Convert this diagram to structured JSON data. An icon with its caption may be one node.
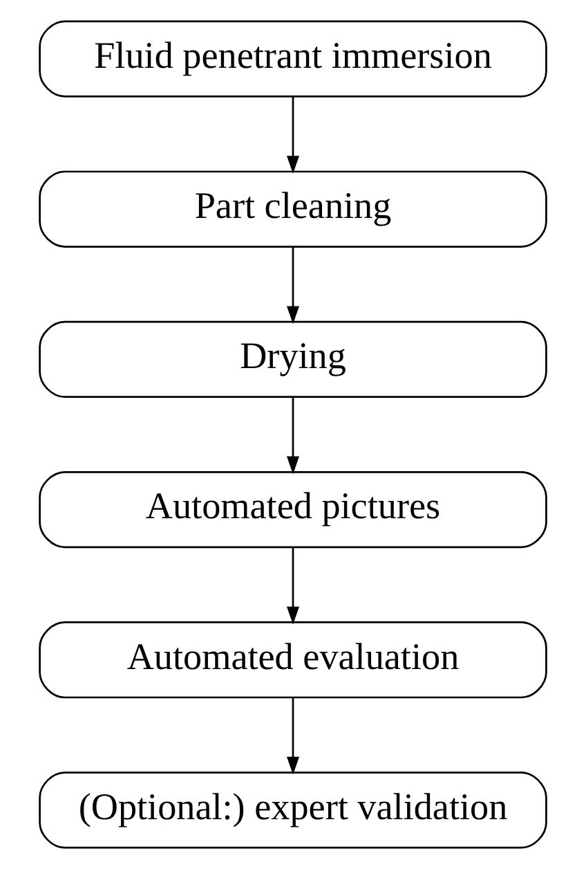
{
  "diagram": {
    "nodes": [
      {
        "text": [
          "Fluid penetrant immersion"
        ]
      },
      {
        "text": [
          "Part cleaning"
        ]
      },
      {
        "text": [
          "Drying"
        ]
      },
      {
        "text": [
          "Automated pictures"
        ]
      },
      {
        "text": [
          "Automated evaluation"
        ]
      },
      {
        "text": [
          "(Optional:) expert validation"
        ]
      }
    ],
    "edges": [
      {
        "from": 0,
        "to": 1,
        "arrow": "to"
      },
      {
        "from": 1,
        "to": 2,
        "arrow": "to"
      },
      {
        "from": 2,
        "to": 3,
        "arrow": "to"
      },
      {
        "from": 3,
        "to": 4,
        "arrow": "to"
      },
      {
        "from": 4,
        "to": 5,
        "arrow": "to"
      }
    ]
  }
}
